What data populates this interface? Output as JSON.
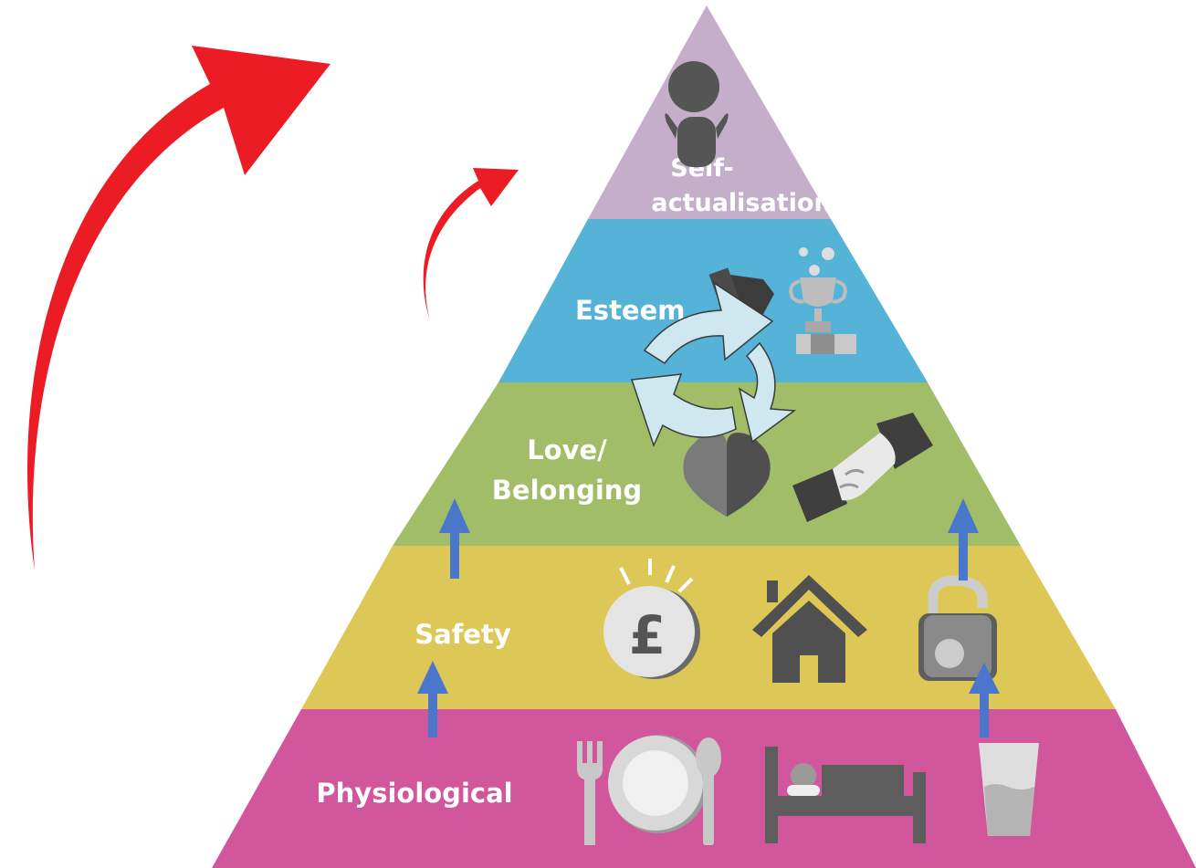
{
  "diagram": {
    "levels": [
      {
        "id": "self-actualisation",
        "label_lines": [
          "Self-",
          "actualisation"
        ],
        "color": "#c4aec9",
        "icons": [
          "person-arms-open-icon"
        ]
      },
      {
        "id": "esteem",
        "label_lines": [
          "Esteem"
        ],
        "color": "#56b3d8",
        "icons": [
          "trophy-icon"
        ]
      },
      {
        "id": "love-belonging",
        "label_lines": [
          "Love/",
          "Belonging"
        ],
        "color": "#a1bd68",
        "icons": [
          "heart-icon",
          "handshake-icon"
        ]
      },
      {
        "id": "safety",
        "label_lines": [
          "Safety"
        ],
        "color": "#ddc756",
        "icons": [
          "pound-coin-icon",
          "house-icon",
          "padlock-icon"
        ]
      },
      {
        "id": "physiological",
        "label_lines": [
          "Physiological"
        ],
        "color": "#d2569c",
        "icons": [
          "fork-plate-spoon-icon",
          "bed-icon",
          "glass-of-water-icon"
        ]
      }
    ],
    "progress_arrow_color": "#ec1c24",
    "step_arrow_color": "#4a76cc",
    "cycle_arrows_color": "#cfe7ee",
    "icon_color": "#4d4d4d"
  }
}
